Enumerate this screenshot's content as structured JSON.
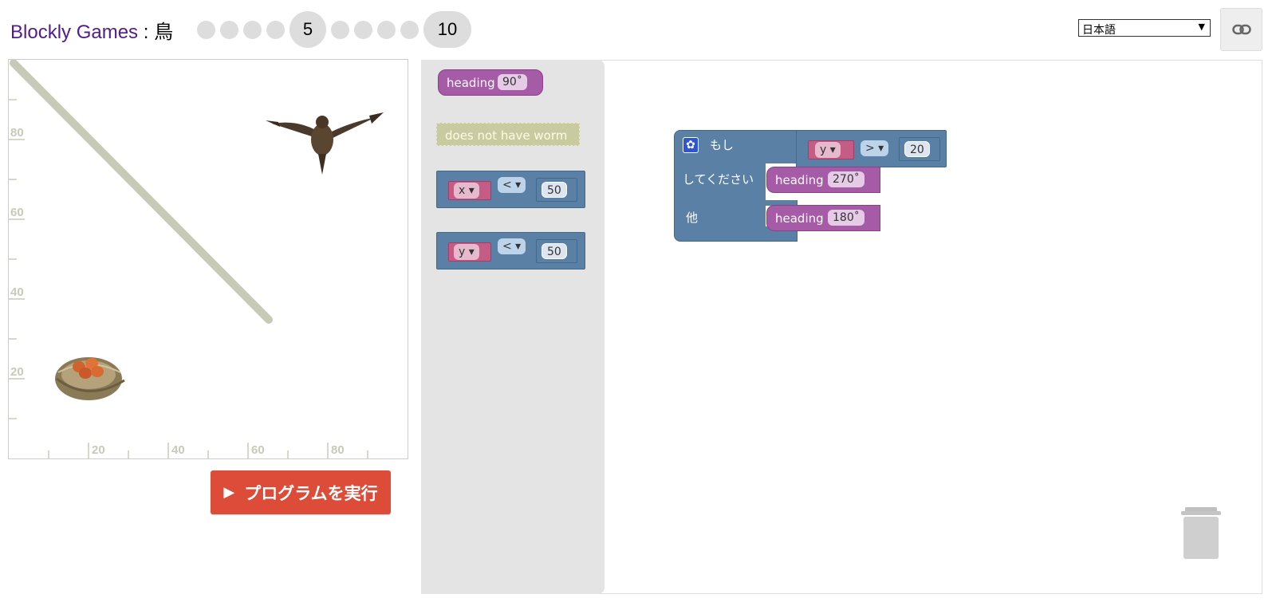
{
  "header": {
    "brand": "Blockly Games",
    "separator": " : ",
    "game": "鳥",
    "levels": {
      "current": "5",
      "last": "10"
    }
  },
  "language": {
    "selected": "日本語"
  },
  "visualization": {
    "axis_ticks": [
      "20",
      "40",
      "60",
      "80"
    ]
  },
  "run_button": {
    "label": "プログラムを実行"
  },
  "toolbox": {
    "heading_label": "heading",
    "heading_value": "90˚",
    "worm_label": "does not have worm",
    "compare_x": {
      "var": "x",
      "op": "<",
      "value": "50"
    },
    "compare_y": {
      "var": "y",
      "op": "<",
      "value": "50"
    }
  },
  "program": {
    "if_label": "もし",
    "do_label": "してください",
    "else_label": "他",
    "cond": {
      "var": "y",
      "op": ">",
      "value": "20"
    },
    "then_heading_label": "heading",
    "then_heading_value": "270˚",
    "else_heading_label": "heading",
    "else_heading_value": "180˚"
  },
  "colors": {
    "motion_block": "#a55ba5",
    "logic_block": "#5b80a5",
    "variable_block": "#c45c86",
    "run_button": "#dd4b39",
    "brand": "#551a8b"
  }
}
